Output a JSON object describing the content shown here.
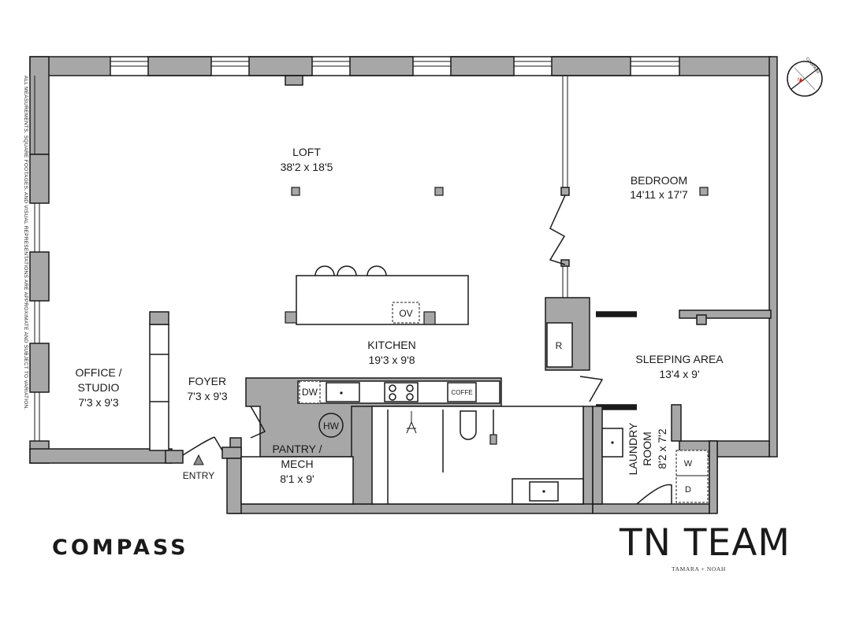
{
  "disclaimer": "ALL MEASUREMENTS, SQUARE FOOTAGES, AND VISUAL REPRESENTATIONS ARE APPROXIMATE AND SUBJECT TO VARIATION.",
  "compass_rose_label": "COMPASS",
  "compass_n": "N",
  "rooms": {
    "loft": {
      "name": "LOFT",
      "dims": "38'2 x 18'5"
    },
    "bedroom": {
      "name": "BEDROOM",
      "dims": "14'11 x 17'7"
    },
    "kitchen": {
      "name": "KITCHEN",
      "dims": "19'3 x 9'8"
    },
    "sleeping": {
      "name": "SLEEPING AREA",
      "dims": "13'4 x 9'"
    },
    "office": {
      "name1": "OFFICE /",
      "name2": "STUDIO",
      "dims": "7'3 x 9'3"
    },
    "foyer": {
      "name": "FOYER",
      "dims": "7'3 x 9'3"
    },
    "pantry": {
      "name1": "PANTRY /",
      "name2": "MECH",
      "dims": "8'1 x 9'"
    },
    "laundry": {
      "name1": "LAUNDRY",
      "name2": "ROOM",
      "dims": "8'2 x 7'2"
    }
  },
  "fixtures": {
    "ov": "OV",
    "r": "R",
    "dw": "DW",
    "coffee": "COFFE",
    "hw": "HW",
    "w": "W",
    "d": "D"
  },
  "entry": "ENTRY",
  "brand": {
    "compass": "COMPASS",
    "team": "TN TEAM",
    "team_sub": "TAMARA + NOAH"
  }
}
